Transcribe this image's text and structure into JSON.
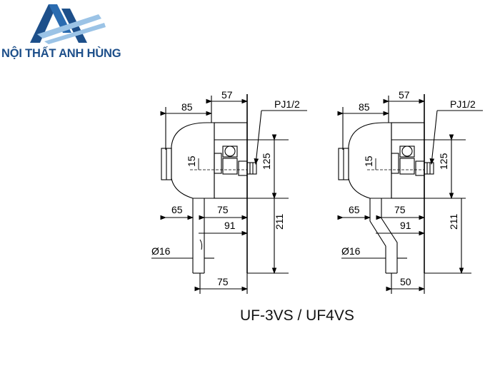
{
  "logo": {
    "company_name": "NỘI THẤT ANH HÙNG",
    "brand_color": "#1d4f8a"
  },
  "drawing_left": {
    "dim_top_width": "57",
    "dim_body_depth": "85",
    "dim_port": "PJ1/2",
    "dim_height_upper": "125",
    "dim_offset": "15",
    "dim_pipe_offset": "65",
    "dim_inner": "75",
    "dim_to_wall": "91",
    "dim_height_lower": "211",
    "dim_pipe_dia": "Ø16",
    "dim_bottom": "75"
  },
  "drawing_right": {
    "dim_top_width": "57",
    "dim_body_depth": "85",
    "dim_port": "PJ1/2",
    "dim_height_upper": "125",
    "dim_offset": "15",
    "dim_pipe_offset": "65",
    "dim_inner": "75",
    "dim_to_wall": "91",
    "dim_height_lower": "211",
    "dim_pipe_dia": "Ø16",
    "dim_bottom": "50"
  },
  "caption": "UF-3VS / UF4VS"
}
